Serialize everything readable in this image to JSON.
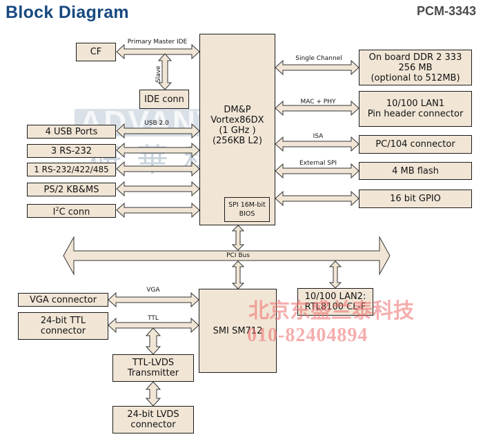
{
  "header": {
    "title": "Block Diagram",
    "model": "PCM-3343"
  },
  "watermarks": {
    "brand": "ADVANTECH",
    "brand_cn": "研華科技",
    "reseller_cn": "北京东盛兰泰科技",
    "phone": "010-82404894"
  },
  "colors": {
    "title": "#17497f",
    "box_fill": "#f1e6d6",
    "arrow_fill": "#f1e6d6",
    "border": "#1a1a1a"
  },
  "blocks": {
    "cpu": "DM&P\nVortex86DX\n(1 GHz )\n(256KB L2)",
    "bios": "SPI 16M-bit\nBIOS",
    "cf": "CF",
    "ide": "IDE conn",
    "usb": "4 USB Ports",
    "rs232": "3 RS-232",
    "rs485": "1 RS-232/422/485",
    "ps2": "PS/2 KB&MS",
    "i2c_pre": "I",
    "i2c_sup": "2",
    "i2c_post": "C conn",
    "ddr": "On board DDR 2 333\n256 MB\n(optional to 512MB)",
    "lan1": "10/100 LAN1\nPin header connector",
    "pc104": "PC/104 connector",
    "flash": "4 MB flash",
    "gpio": "16 bit GPIO",
    "vga": "VGA connector",
    "ttl": "24-bit TTL\nconnector",
    "smi": "SMI SM712",
    "lan2": "10/100 LAN2:\nRTL8100 CL-F",
    "ttl_lvds": "TTL-LVDS\nTransmitter",
    "lvds": "24-bit LVDS\nconnector"
  },
  "links": {
    "ide_primary": "Primary Master IDE",
    "ide_slave": "Slave",
    "usb": "USB 2.0",
    "ddr": "Single Channel",
    "lan1": "MAC + PHY",
    "isa": "ISA",
    "spi": "External SPI",
    "pci": "PCI Bus",
    "vga": "VGA",
    "ttl": "TTL"
  }
}
